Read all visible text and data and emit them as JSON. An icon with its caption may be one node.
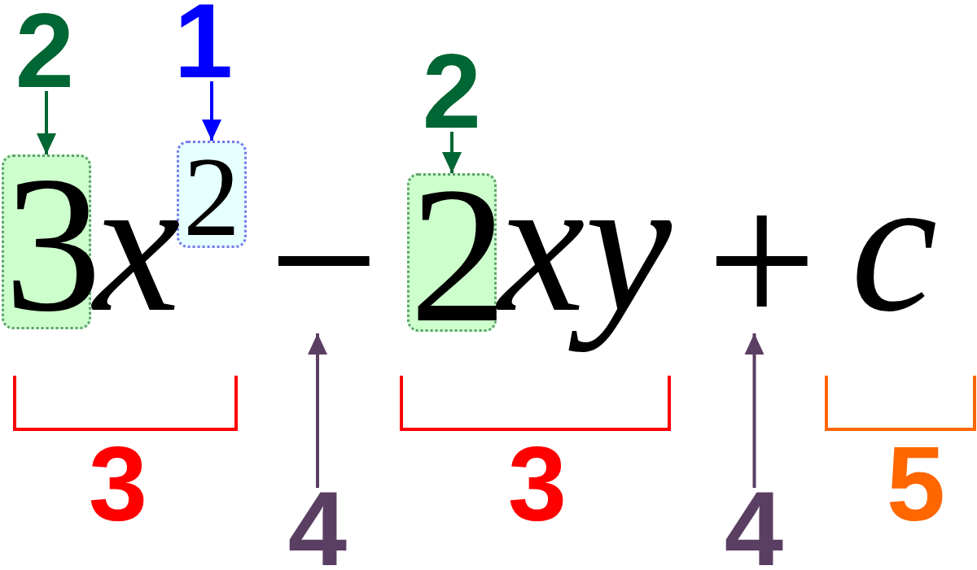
{
  "diagram": {
    "nodes": [
      {
        "text": [
          "2"
        ]
      },
      {
        "text": [
          "1"
        ]
      },
      {
        "text": [
          "2"
        ]
      },
      {
        "text": [
          "3"
        ]
      },
      {
        "text": [
          "2"
        ]
      },
      {
        "text": [
          "−"
        ]
      },
      {
        "text": [
          "2"
        ]
      },
      {
        "text": [
          "+"
        ]
      },
      {
        "text": [
          "4"
        ]
      },
      {
        "text": [
          "4"
        ]
      }
    ],
    "edges": [
      {
        "from": 0,
        "to": 3,
        "arrow": "to",
        "color": "#006633"
      },
      {
        "from": 1,
        "to": 4,
        "arrow": "to",
        "color": "#0000ff"
      },
      {
        "from": 2,
        "to": 6,
        "arrow": "to",
        "color": "#006633"
      },
      {
        "from": 8,
        "to": 5,
        "arrow": "to",
        "color": "#5b3f63"
      },
      {
        "from": 9,
        "to": 7,
        "arrow": "to",
        "color": "#5b3f63"
      }
    ],
    "labels": [
      "x",
      "xy",
      "c",
      "3",
      "3",
      "5"
    ]
  }
}
